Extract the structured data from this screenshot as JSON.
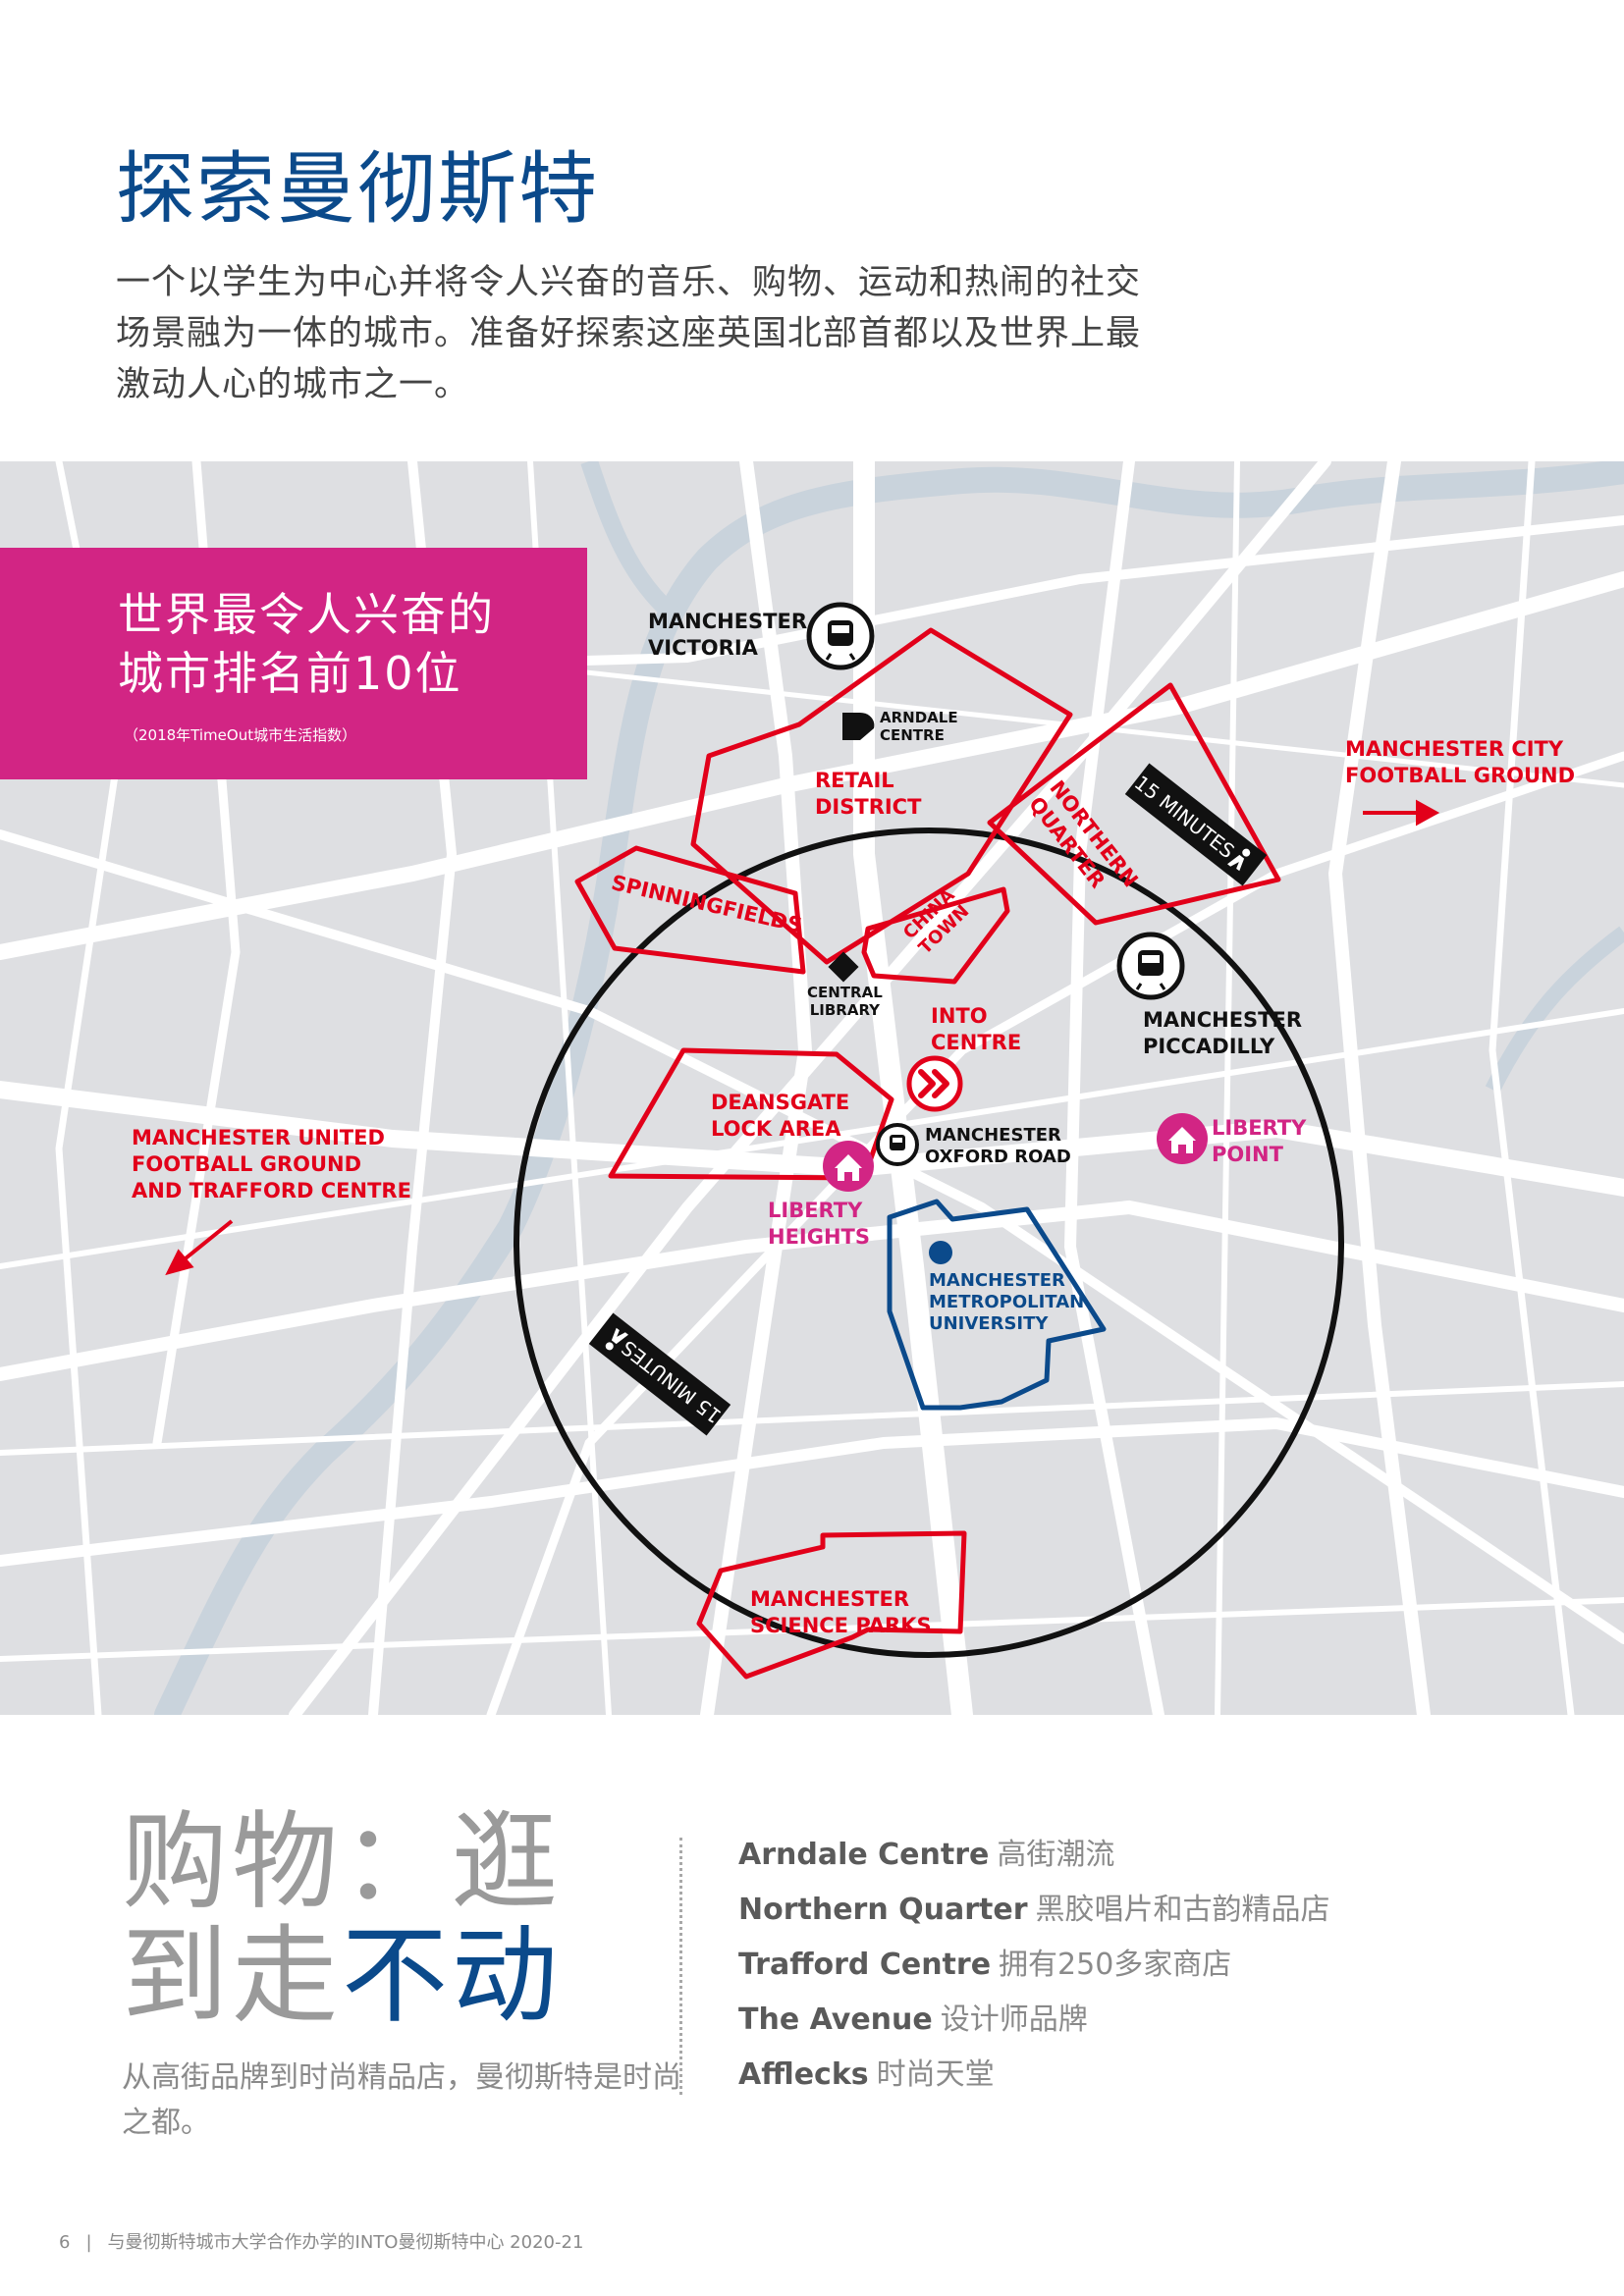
{
  "page": {
    "title": "探索曼彻斯特",
    "intro": "一个以学生为中心并将令人兴奋的音乐、购物、运动和热闹的社交场景融为一体的城市。准备好探索这座英国北部首都以及世界上最激动人心的城市之一。"
  },
  "ranking": {
    "line1": "世界最令人兴奋的",
    "line2": "城市排名前10位",
    "note": "（2018年TimeOut城市生活指数）"
  },
  "map": {
    "labels": {
      "victoria_1": "MANCHESTER",
      "victoria_2": "VICTORIA",
      "arndale_1": "ARNDALE",
      "arndale_2": "CENTRE",
      "retail_1": "RETAIL",
      "retail_2": "DISTRICT",
      "northern_1": "NORTHERN",
      "northern_2": "QUARTER",
      "spinningfields": "SPINNINGFIELDS",
      "chinatown_1": "CHINA",
      "chinatown_2": "TOWN",
      "library_1": "CENTRAL",
      "library_2": "LIBRARY",
      "into_1": "INTO",
      "into_2": "CENTRE",
      "piccadilly_1": "MANCHESTER",
      "piccadilly_2": "PICCADILLY",
      "deansgate_1": "DEANSGATE",
      "deansgate_2": "LOCK AREA",
      "oxford_1": "MANCHESTER",
      "oxford_2": "OXFORD ROAD",
      "liberty_point_1": "LIBERTY",
      "liberty_point_2": "POINT",
      "liberty_heights_1": "LIBERTY",
      "liberty_heights_2": "HEIGHTS",
      "mmu_1": "MANCHESTER",
      "mmu_2": "METROPOLITAN",
      "mmu_3": "UNIVERSITY",
      "city_1": "MANCHESTER CITY",
      "city_2": "FOOTBALL GROUND",
      "united_1": "MANCHESTER UNITED",
      "united_2": "FOOTBALL GROUND",
      "united_3": "AND TRAFFORD CENTRE",
      "science_1": "MANCHESTER",
      "science_2": "SCIENCE PARKS",
      "walk_top": "15 MINUTES",
      "walk_bottom": "15 MINUTES"
    },
    "colors": {
      "background": "#dedfe2",
      "road": "#ffffff",
      "river": "#c9d3dc",
      "area_outline": "#e2001a",
      "university_outline": "#0b4a8b",
      "accommodation": "#d22584",
      "walking_circle": "#111111"
    },
    "icons": [
      "train-icon",
      "arndale-marker-icon",
      "library-marker-icon",
      "into-chevron-icon",
      "home-icon",
      "university-dot-icon",
      "walking-person-icon",
      "arrow-icon"
    ]
  },
  "shopping": {
    "title_grey_1": "购物：逛",
    "title_grey_2": "到走",
    "title_blue": "不动",
    "subtitle": "从高街品牌到时尚精品店，曼彻斯特是时尚之都。",
    "items": [
      {
        "name": "Arndale Centre",
        "desc": "高街潮流"
      },
      {
        "name": "Northern Quarter",
        "desc": "黑胶唱片和古韵精品店"
      },
      {
        "name": "Trafford Centre",
        "desc": "拥有250多家商店"
      },
      {
        "name": "The Avenue",
        "desc": "设计师品牌"
      },
      {
        "name": "Afflecks",
        "desc": "时尚天堂"
      }
    ]
  },
  "footer": {
    "page_number": "6",
    "separator": "|",
    "text": "与曼彻斯特城市大学合作办学的INTO曼彻斯特中心 2020-21"
  }
}
